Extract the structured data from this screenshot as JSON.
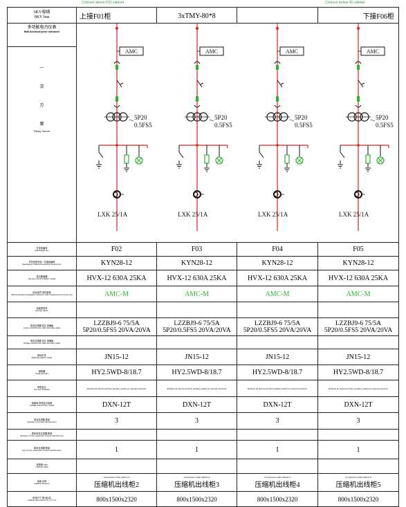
{
  "top_notes": {
    "left": "Connect above F01 cabinet",
    "right": "Connect below 06 cabinet"
  },
  "header": {
    "bus_cn": "6KV母线",
    "bus_en": "6KV bus",
    "meter_cn": "多功能电力仪表",
    "meter_en": "Multi-functional power instrument",
    "scheme_chars": [
      "一",
      "次",
      "方",
      "案"
    ],
    "scheme_en": "Primary Scheme"
  },
  "columns": [
    {
      "top": "上接F01柜",
      "cabinet_no": "F02",
      "model": "KYN28-12",
      "breaker": "HVX-12 630A 25KA",
      "meter": "AMC-M",
      "ct1": "LZZBJ9-6 75/5A",
      "ct2": "5P20/0.5FS5 20VA/20VA",
      "arrester": "JN15-12",
      "surge": "HY2.5WD-8/18.7",
      "sensor": "DXN-12T",
      "qty1": "3",
      "qty2": "1",
      "purpose_cap": "Compressor outlet cabinet 2",
      "purpose": "压缩机出线柜2",
      "dims": "800x1500x2320",
      "extra_cap": "Exhaust air disconnect flow auxiliary switch for internal overtemp"
    },
    {
      "top": "3xTMY-80*8",
      "cabinet_no": "F03",
      "model": "KYN28-12",
      "breaker": "HVX-12 630A 25KA",
      "meter": "AMC-M",
      "ct1": "LZZBJ9-6 75/5A",
      "ct2": "5P20/0.5FS5 20VA/20VA",
      "arrester": "JN15-12",
      "surge": "HY2.5WD-8/18.7",
      "sensor": "DXN-12T",
      "qty1": "3",
      "qty2": "1",
      "purpose_cap": "Compressor outlet cabinet 3",
      "purpose": "压缩机出线柜3",
      "dims": "800x1500x2320",
      "extra_cap": "Exhaust air disconnect flow auxiliary switch for internal overtemp"
    },
    {
      "top": "",
      "cabinet_no": "F04",
      "model": "KYN28-12",
      "breaker": "HVX-12 630A 25KA",
      "meter": "AMC-M",
      "ct1": "LZZBJ9-6 75/5A",
      "ct2": "5P20/0.5FS5 20VA/20VA",
      "arrester": "JN15-12",
      "surge": "HY2.5WD-8/18.7",
      "sensor": "DXN-12T",
      "qty1": "3",
      "qty2": "1",
      "purpose_cap": "Compressor outlet cabinet 4",
      "purpose": "压缩机出线柜4",
      "dims": "800x1500x2320",
      "extra_cap": "Exhaust air disconnect flow auxiliary switch for internal overtemp"
    },
    {
      "top": "下接F06柜",
      "cabinet_no": "F05",
      "model": "KYN28-12",
      "breaker": "HVX-12 630A 25KA",
      "meter": "AMC-M",
      "ct1": "LZZBJ9-6 75/5A",
      "ct2": "5P20/0.5FS5 20VA/20VA",
      "arrester": "JN15-12",
      "surge": "HY2.5WD-8/18.7",
      "sensor": "DXN-12T",
      "qty1": "3",
      "qty2": "1",
      "purpose_cap": "Compressor outlet cabinet 5",
      "purpose": "压缩机出线柜5",
      "dims": "800x1500x2320",
      "extra_cap": "Exhaust air disconnect flow auxiliary switch for internal overtemp"
    }
  ],
  "scheme": {
    "amc": "AMC",
    "ct_l1": "5P20",
    "ct_l2": "0.5FS5",
    "zct": "LXK 25/1A"
  },
  "row_labels": [
    {
      "cn": "开关柜编号",
      "en": "Switchgear No."
    },
    {
      "cn": "开关柜型号及一次接线编号",
      "en": "Switchgear model and primary scheme No."
    },
    {
      "cn": "真空断路器",
      "en": "Vacuum circuit breaker model"
    },
    {
      "cn": "综合保护 测控装置",
      "en": "Microcomputer integrated protection and measurement control unit"
    },
    {
      "cn": "电能表型号",
      "en": "Energy meter"
    },
    {
      "cn": "电流互感器 变比 准确级",
      "en": "Current transformer ratio accuracy class"
    },
    {
      "cn": "电压互感器 变比 准确级",
      "en": "Voltage transformer ratio accuracy class"
    },
    {
      "cn": "接地开关",
      "en": "Earthing switch model"
    },
    {
      "cn": "避雷器",
      "en": "Surge arrester"
    },
    {
      "cn": "带电显示",
      "en": "Live line indicator"
    },
    {
      "cn": "电磁锁 带电显示装置",
      "en": "Voltage transformer model"
    },
    {
      "cn": "电流互感器 数量",
      "en": "Quantity of current transformers"
    },
    {
      "cn": "零序电流互感器 数量",
      "en": "Quantity of zero sequence current transformers"
    },
    {
      "cn": "零序互感器 数量",
      "en": "Qty of zero sequence current transformers"
    },
    {
      "cn": "柜宽度 mm",
      "en": "Cabinet width"
    },
    {
      "cn": "用途 名称",
      "en": "Cabinet purpose"
    },
    {
      "cn": "柜体尺寸 宽x深x高",
      "en": "Cabinet dimensions W x D x H"
    }
  ],
  "colors": {
    "red": "#e02020",
    "green": "#2db52d",
    "black": "#111111"
  }
}
